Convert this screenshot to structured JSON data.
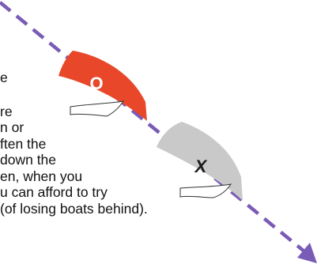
{
  "text_lines": [
    "e",
    "",
    "re",
    "n or",
    "ften the",
    "down the",
    "en, when you",
    "u can afford to try",
    "(of losing boats behind)."
  ],
  "boats": [
    {
      "label": "O",
      "hull_color": "#e8472a",
      "label_color": "#ffffff"
    },
    {
      "label": "X",
      "hull_color": "#c9c9c9",
      "label_color": "#1a1a1a"
    }
  ],
  "course_line_color": "#7a5bb5"
}
